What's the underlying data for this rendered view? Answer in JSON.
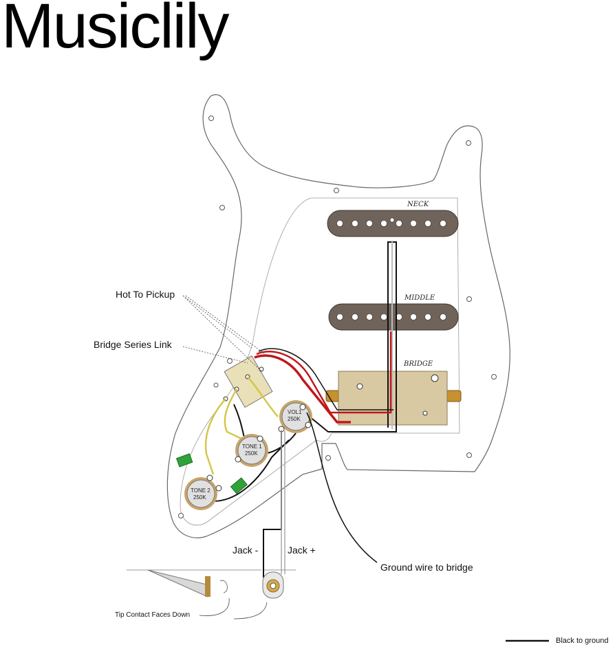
{
  "brand": "Musiclily",
  "pickups": {
    "neck": "NECK",
    "middle": "MIDDLE",
    "bridge": "BRIDGE"
  },
  "pots": {
    "vol1_name": "VOL1",
    "vol1_value": "250K",
    "tone1_name": "TONE 1",
    "tone1_value": "250K",
    "tone2_name": "TONE 2",
    "tone2_value": "250K"
  },
  "labels": {
    "hot_to_pickup": "Hot To Pickup",
    "bridge_series_link": "Bridge Series Link",
    "jack_minus": "Jack -",
    "jack_plus": "Jack +",
    "ground_wire": "Ground wire to bridge",
    "tip_contact": "Tip Contact Faces Down"
  },
  "legend": {
    "black_to_ground": "Black to ground"
  },
  "colors": {
    "pickguard": "#ffffff",
    "pickup_body": "#6f635a",
    "humbucker": "#d9c9a3",
    "hot_wire": "#c0171b",
    "ground_wire": "#111111",
    "yellow_wire": "#d6c64a",
    "capacitor": "#2fa33a",
    "pot_rim": "#c8a56a"
  }
}
